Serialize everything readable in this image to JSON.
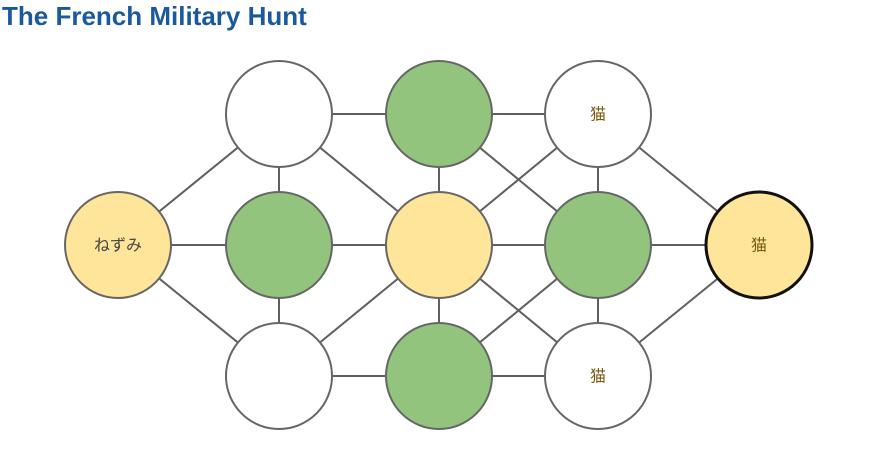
{
  "game": {
    "title": "The French Military Hunt"
  },
  "colors": {
    "title": "#1a5a9c",
    "empty": "#ffffff",
    "green": "#93c47d",
    "yellow": "#ffe599",
    "edge": "#5f5f5f",
    "label": "#7a5a12",
    "mouse_label": "#444444"
  },
  "nodes": [
    {
      "id": "n0",
      "state": "yellow",
      "label": "ねずみ"
    },
    {
      "id": "n1",
      "state": "empty",
      "label": ""
    },
    {
      "id": "n2",
      "state": "green",
      "label": ""
    },
    {
      "id": "n3",
      "state": "empty",
      "label": ""
    },
    {
      "id": "n4",
      "state": "green",
      "label": ""
    },
    {
      "id": "n5",
      "state": "yellow",
      "label": ""
    },
    {
      "id": "n6",
      "state": "green",
      "label": ""
    },
    {
      "id": "n7",
      "state": "empty",
      "label": "猫"
    },
    {
      "id": "n8",
      "state": "green",
      "label": ""
    },
    {
      "id": "n9",
      "state": "empty",
      "label": "猫"
    },
    {
      "id": "n10",
      "state": "yellow",
      "label": "猫",
      "selected": true
    }
  ],
  "edges": [
    [
      "n0",
      "n1"
    ],
    [
      "n0",
      "n2"
    ],
    [
      "n0",
      "n3"
    ],
    [
      "n1",
      "n2"
    ],
    [
      "n2",
      "n3"
    ],
    [
      "n1",
      "n4"
    ],
    [
      "n1",
      "n5"
    ],
    [
      "n2",
      "n5"
    ],
    [
      "n3",
      "n5"
    ],
    [
      "n3",
      "n6"
    ],
    [
      "n4",
      "n5"
    ],
    [
      "n5",
      "n6"
    ],
    [
      "n4",
      "n7"
    ],
    [
      "n6",
      "n9"
    ],
    [
      "n4",
      "n8"
    ],
    [
      "n5",
      "n8"
    ],
    [
      "n6",
      "n8"
    ],
    [
      "n5",
      "n7"
    ],
    [
      "n5",
      "n9"
    ],
    [
      "n7",
      "n8"
    ],
    [
      "n8",
      "n9"
    ],
    [
      "n7",
      "n10"
    ],
    [
      "n8",
      "n10"
    ],
    [
      "n9",
      "n10"
    ]
  ]
}
